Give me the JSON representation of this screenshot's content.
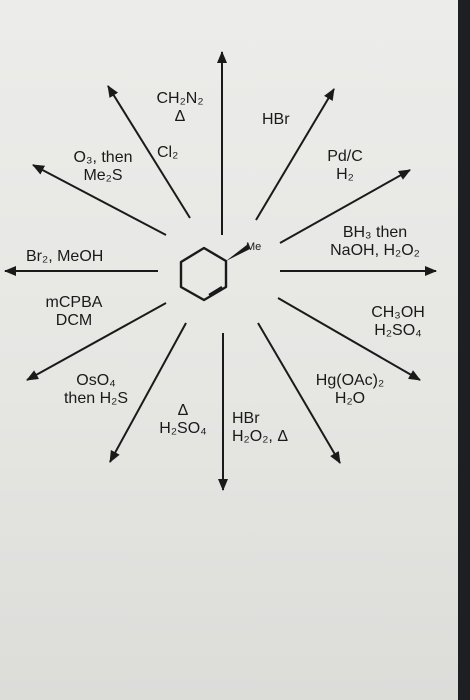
{
  "molecule": {
    "substituent_label": "Me"
  },
  "reactions": [
    {
      "id": "ch2n2",
      "lines": [
        "CH₂N₂",
        "Δ"
      ]
    },
    {
      "id": "hbr",
      "lines": [
        "HBr"
      ]
    },
    {
      "id": "pdc",
      "lines": [
        "Pd/C",
        "H₂"
      ]
    },
    {
      "id": "hydroboration",
      "lines": [
        "BH₃ then",
        "NaOH, H₂O₂"
      ]
    },
    {
      "id": "acid-methanol",
      "lines": [
        "CH₃OH",
        "H₂SO₄"
      ]
    },
    {
      "id": "oxymercuration",
      "lines": [
        "Hg(OAc)₂",
        "H₂O"
      ]
    },
    {
      "id": "hbr-peroxide",
      "lines": [
        "HBr",
        "H₂O₂, Δ"
      ]
    },
    {
      "id": "acid-heat",
      "lines": [
        "Δ",
        "H₂SO₄"
      ]
    },
    {
      "id": "oso4",
      "lines": [
        "OsO₄",
        "then H₂S"
      ]
    },
    {
      "id": "mcpba",
      "lines": [
        "mCPBA",
        "DCM"
      ]
    },
    {
      "id": "br2-meoh",
      "lines": [
        "Br₂, MeOH"
      ]
    },
    {
      "id": "ozonolysis",
      "lines": [
        "O₃, then",
        "Me₂S"
      ]
    },
    {
      "id": "cl2",
      "lines": [
        "Cl₂"
      ]
    }
  ]
}
